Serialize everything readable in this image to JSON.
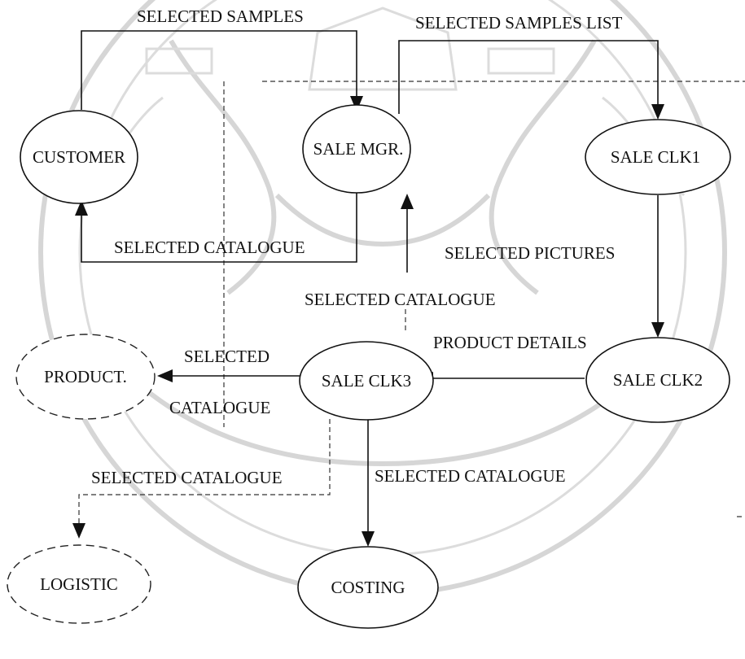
{
  "nodes": {
    "customer": "CUSTOMER",
    "sale_mgr": "SALE MGR.",
    "sale_clk1": "SALE CLK1",
    "sale_clk2": "SALE CLK2",
    "sale_clk3": "SALE CLK3",
    "product": "PRODUCT.",
    "logistic": "LOGISTIC",
    "costing": "COSTING"
  },
  "flows": {
    "selected_samples": "SELECTED SAMPLES",
    "selected_samples_list": "SELECTED SAMPLES LIST",
    "selected_catalogue_to_customer": "SELECTED CATALOGUE",
    "selected_pictures": "SELECTED PICTURES",
    "selected_catalogue_to_mgr": "SELECTED CATALOGUE",
    "product_details": "PRODUCT DETAILS",
    "selected_line1": "SELECTED",
    "catalogue_line2": "CATALOGUE",
    "selected_catalogue_to_logistic": "SELECTED CATALOGUE",
    "selected_catalogue_to_costing": "SELECTED CATALOGUE"
  }
}
